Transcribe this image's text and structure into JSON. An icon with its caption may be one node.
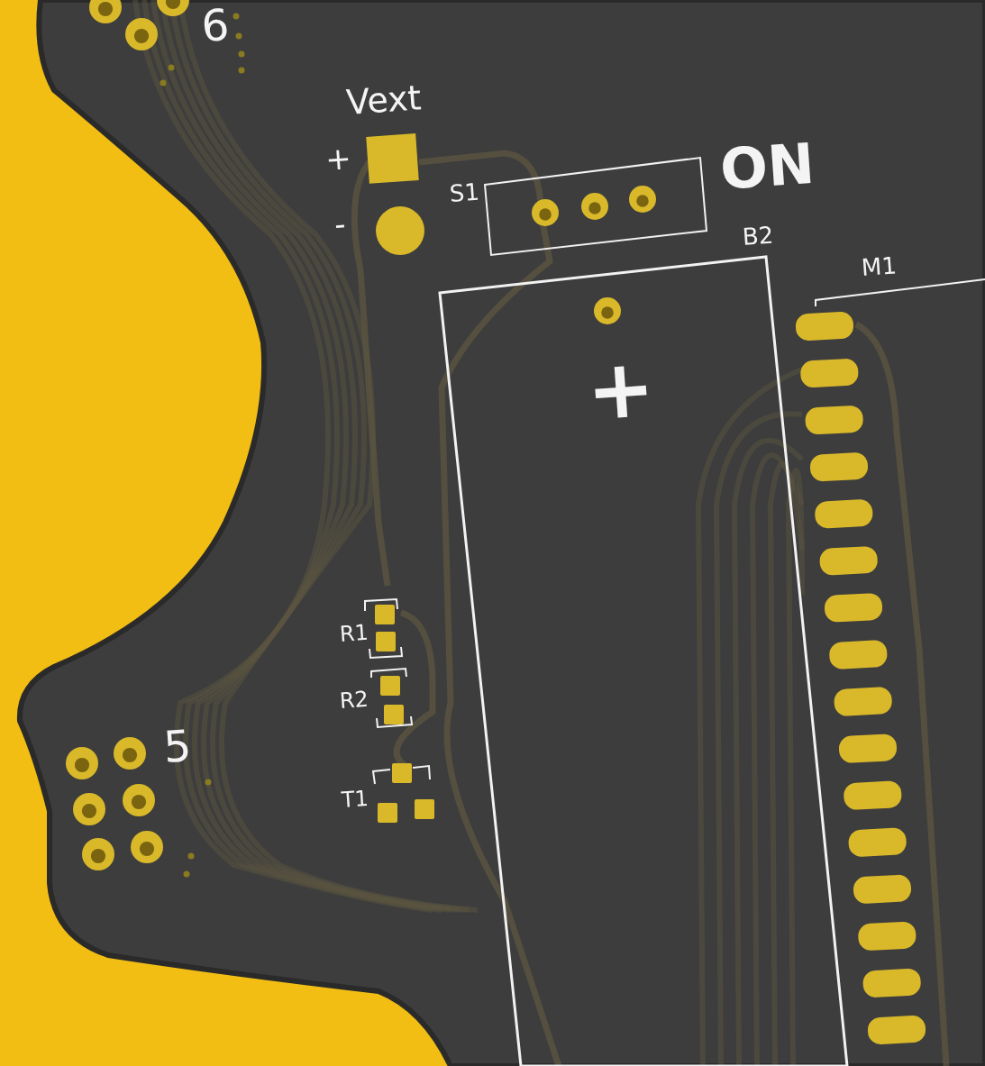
{
  "diagram": {
    "labels": [
      "6",
      "Vext",
      "+",
      "ON",
      "S1",
      "-",
      "B2",
      "M1",
      "+",
      "R1",
      "R2",
      "5",
      "T1"
    ]
  }
}
